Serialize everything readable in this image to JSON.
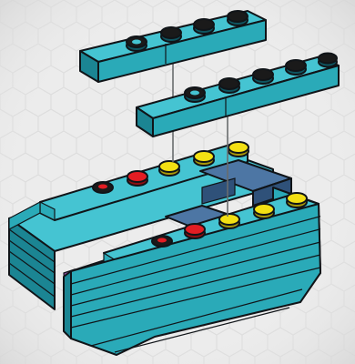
{
  "diagram": {
    "kind": "brick-assembly-instruction",
    "colors": {
      "background": "#ececec",
      "hex_pattern": "#dedede",
      "brick_top": "#45c4d2",
      "brick_front": "#2aaab8",
      "brick_side": "#1b8593",
      "outline": "#101418",
      "plate_blue_top": "#4d76a4",
      "plate_blue_front": "#2f5179",
      "magenta": "#b25fc0",
      "stud_yellow": "#f3e013",
      "stud_red": "#e31d23",
      "stud_black": "#1a1a1a"
    },
    "parts": [
      {
        "id": "floating-plate-upper",
        "type": "plate-1x4",
        "color": "azure"
      },
      {
        "id": "floating-plate-lower",
        "type": "plate-1x4",
        "color": "azure"
      },
      {
        "id": "hull-back",
        "type": "stacked-plates",
        "color": "azure"
      },
      {
        "id": "hull-front",
        "type": "stacked-plates",
        "color": "azure"
      },
      {
        "id": "inner-tiles",
        "type": "tile",
        "color": "sand-blue"
      }
    ],
    "stud_markers": {
      "upper_row": [
        "hollow",
        "red",
        "yellow",
        "yellow",
        "yellow"
      ],
      "lower_row": [
        "hollow",
        "red",
        "yellow",
        "yellow",
        "yellow"
      ]
    },
    "guide_lines": 2
  }
}
